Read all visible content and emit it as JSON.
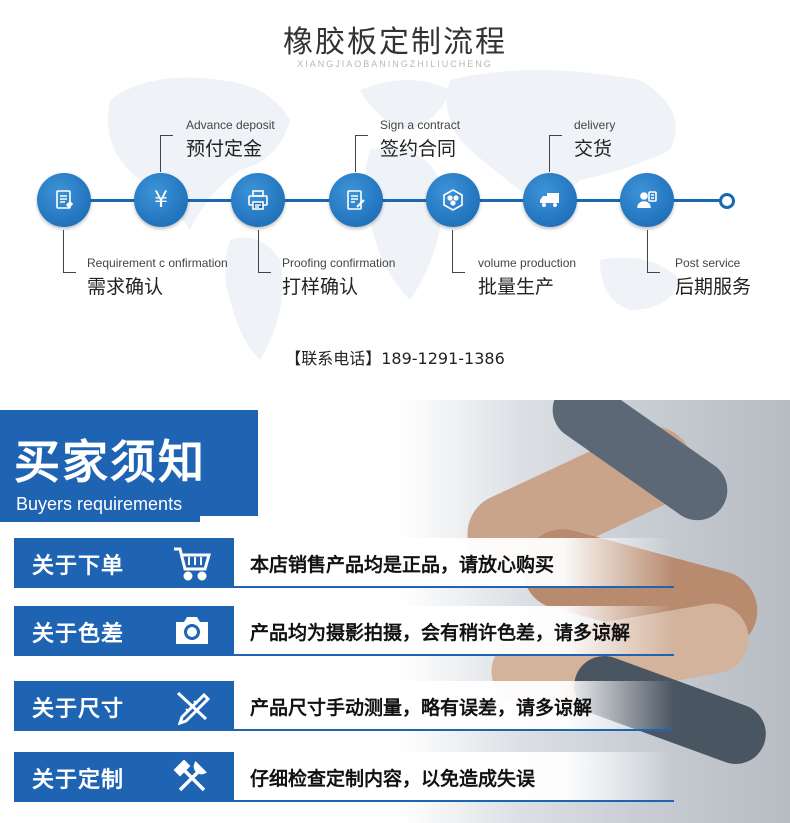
{
  "title": "橡胶板定制流程",
  "subtitle": "XIANGJIAOBANINGZHILIUCHENG",
  "steps": [
    {
      "en": "Requirement  c onfirmation",
      "zh": "需求确认",
      "icon": "document-icon"
    },
    {
      "en": "Advance deposit",
      "zh": "预付定金",
      "icon": "yen-icon",
      "glyph": "¥"
    },
    {
      "en": "Proofing confirmation",
      "zh": "打样确认",
      "icon": "printer-icon"
    },
    {
      "en": "Sign a contract",
      "zh": "签约合同",
      "icon": "contract-sign-icon"
    },
    {
      "en": "volume production",
      "zh": "批量生产",
      "icon": "production-icon"
    },
    {
      "en": "delivery",
      "zh": "交货",
      "icon": "truck-icon"
    },
    {
      "en": "Post service",
      "zh": "后期服务",
      "icon": "service-agent-icon"
    }
  ],
  "phone": "【联系电话】189-1291-1386",
  "banner": {
    "zh": "买家须知",
    "en": "Buyers requirements"
  },
  "notices": [
    {
      "label": "关于下单",
      "text": "本店销售产品均是正品，请放心购买",
      "icon": "shopping-cart-icon"
    },
    {
      "label": "关于色差",
      "text": "产品均为摄影拍摄，会有稍许色差，请多谅解",
      "icon": "camera-icon"
    },
    {
      "label": "关于尺寸",
      "text": "产品尺寸手动测量，略有误差，请多谅解",
      "icon": "ruler-pencil-icon"
    },
    {
      "label": "关于定制",
      "text": "仔细检查定制内容，以免造成失误",
      "icon": "tools-icon"
    }
  ],
  "colors": {
    "accent": "#1f63b3",
    "circle": "#1868b3"
  }
}
